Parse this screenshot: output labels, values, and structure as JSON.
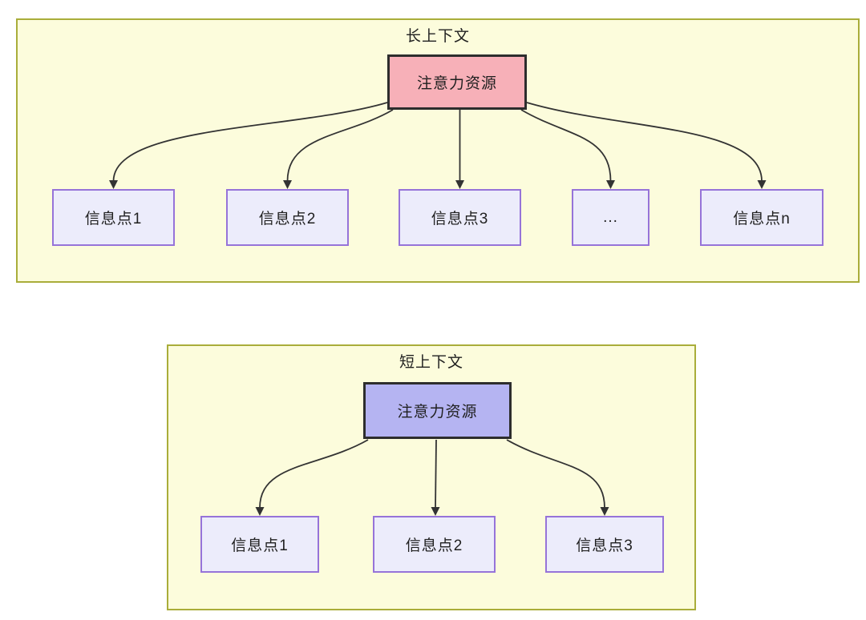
{
  "colors": {
    "container_fill": "#fcfcdc",
    "container_border": "#a9ad3a",
    "attention_long_fill": "#f7b0b8",
    "attention_short_fill": "#b5b4f2",
    "attention_border": "#2d2d2d",
    "info_fill": "#ececfb",
    "info_border": "#9673d9",
    "arrow": "#333333",
    "text": "#1f1f1f"
  },
  "long_context": {
    "title": "长上下文",
    "attention_label": "注意力资源",
    "info_points": [
      "信息点1",
      "信息点2",
      "信息点3",
      "...",
      "信息点n"
    ]
  },
  "short_context": {
    "title": "短上下文",
    "attention_label": "注意力资源",
    "info_points": [
      "信息点1",
      "信息点2",
      "信息点3"
    ]
  }
}
